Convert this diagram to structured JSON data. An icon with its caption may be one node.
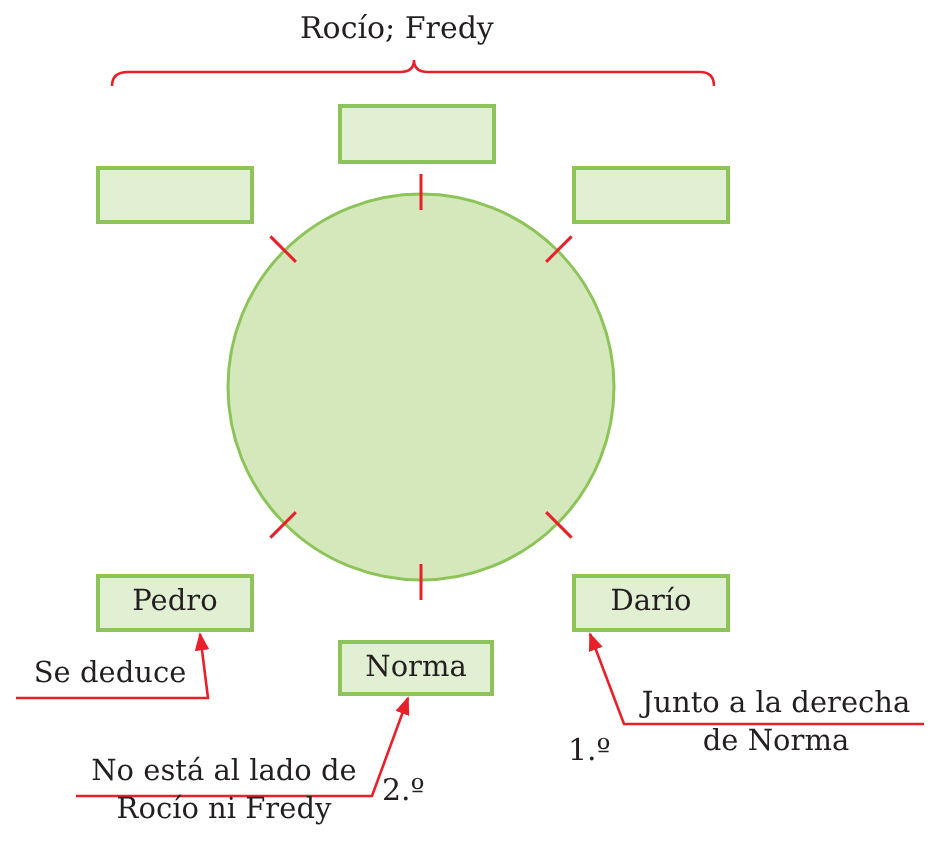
{
  "diagram": {
    "nodes": [
      {
        "text": [],
        "shape": "circle"
      },
      {
        "text": [],
        "shape": "box"
      },
      {
        "text": [],
        "shape": "box"
      },
      {
        "text": [],
        "shape": "box"
      },
      {
        "text": [
          "Pedro"
        ]
      },
      {
        "text": [
          "Darío"
        ]
      },
      {
        "text": [
          "Norma"
        ]
      },
      {
        "text": [
          "Se deduce"
        ]
      },
      {
        "text": [
          "Junto a la derecha de Norma"
        ]
      },
      {
        "text": [
          "No está al lado de Rocío ni Fredy"
        ]
      }
    ],
    "edges": [
      {
        "from": 7,
        "to": 4,
        "arrow": "to",
        "color": "#e8202a"
      },
      {
        "from": 8,
        "to": 5,
        "arrow": "to",
        "color": "#e8202a"
      },
      {
        "from": 9,
        "to": 6,
        "arrow": "to",
        "color": "#e8202a"
      }
    ],
    "labels": [
      "Rocío; Fredy",
      "1.º",
      "2.º"
    ]
  }
}
